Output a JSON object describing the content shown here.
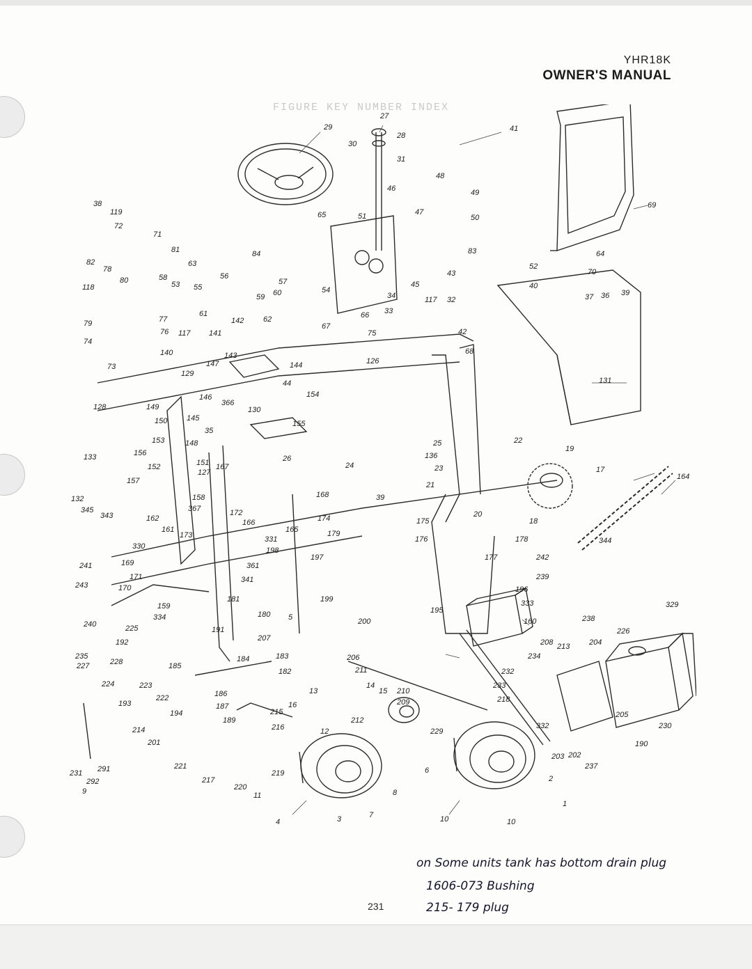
{
  "header": {
    "model": "YHR18K",
    "title": "OWNER'S MANUAL"
  },
  "show_through": {
    "heading": "FIGURE KEY NUMBER INDEX"
  },
  "callouts": [
    "27",
    "28",
    "29",
    "30",
    "31",
    "41",
    "48",
    "46",
    "49",
    "47",
    "50",
    "51",
    "65",
    "84",
    "83",
    "69",
    "64",
    "70",
    "52",
    "40",
    "37",
    "36",
    "39",
    "38",
    "119",
    "72",
    "71",
    "81",
    "82",
    "78",
    "80",
    "63",
    "58",
    "53",
    "55",
    "56",
    "57",
    "54",
    "43",
    "45",
    "34",
    "33",
    "32",
    "117",
    "118",
    "79",
    "61",
    "59",
    "60",
    "62",
    "67",
    "66",
    "75",
    "77",
    "76",
    "117",
    "74",
    "73",
    "140",
    "141",
    "142",
    "143",
    "147",
    "144",
    "44",
    "42",
    "68",
    "126",
    "131",
    "129",
    "128",
    "149",
    "146",
    "366",
    "130",
    "154",
    "150",
    "145",
    "35",
    "155",
    "153",
    "148",
    "26",
    "25",
    "136",
    "133",
    "156",
    "152",
    "151",
    "127",
    "167",
    "24",
    "23",
    "21",
    "19",
    "22",
    "17",
    "164",
    "157",
    "158",
    "367",
    "168",
    "39",
    "132",
    "345",
    "343",
    "162",
    "161",
    "173",
    "172",
    "166",
    "174",
    "165",
    "179",
    "175",
    "20",
    "18",
    "344",
    "330",
    "331",
    "198",
    "176",
    "178",
    "242",
    "241",
    "169",
    "197",
    "177",
    "239",
    "171",
    "361",
    "243",
    "170",
    "341",
    "196",
    "333",
    "181",
    "199",
    "195",
    "160",
    "159",
    "334",
    "180",
    "5",
    "200",
    "329",
    "238",
    "240",
    "225",
    "191",
    "207",
    "208",
    "213",
    "204",
    "226",
    "192",
    "184",
    "183",
    "206",
    "234",
    "235",
    "227",
    "228",
    "185",
    "182",
    "211",
    "232",
    "224",
    "223",
    "222",
    "194",
    "186",
    "13",
    "14",
    "15",
    "210",
    "233",
    "193",
    "187",
    "16",
    "209",
    "218",
    "189",
    "215",
    "212",
    "332",
    "205",
    "230",
    "214",
    "216",
    "12",
    "229",
    "201",
    "190",
    "221",
    "217",
    "220",
    "219",
    "11",
    "6",
    "203",
    "202",
    "237",
    "231",
    "291",
    "292",
    "9",
    "2",
    "8",
    "1",
    "4",
    "3",
    "7",
    "10"
  ],
  "notes": {
    "line1": "on Some units tank has bottom drain plug",
    "line2": "1606-073 Bushing",
    "line3": "215- 179 plug"
  },
  "page_number": "231"
}
